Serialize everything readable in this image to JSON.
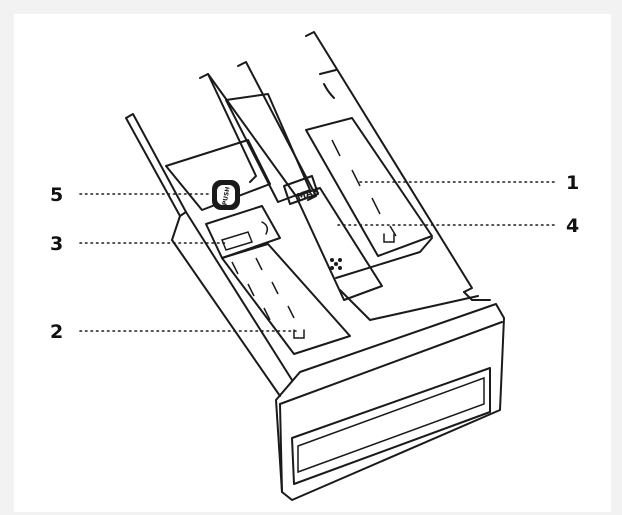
{
  "callouts": [
    {
      "label": "1"
    },
    {
      "label": "2"
    },
    {
      "label": "3"
    },
    {
      "label": "4"
    },
    {
      "label": "5"
    }
  ],
  "drawer_markings": {
    "max_label": "MAX",
    "button_label": "PUSH"
  }
}
